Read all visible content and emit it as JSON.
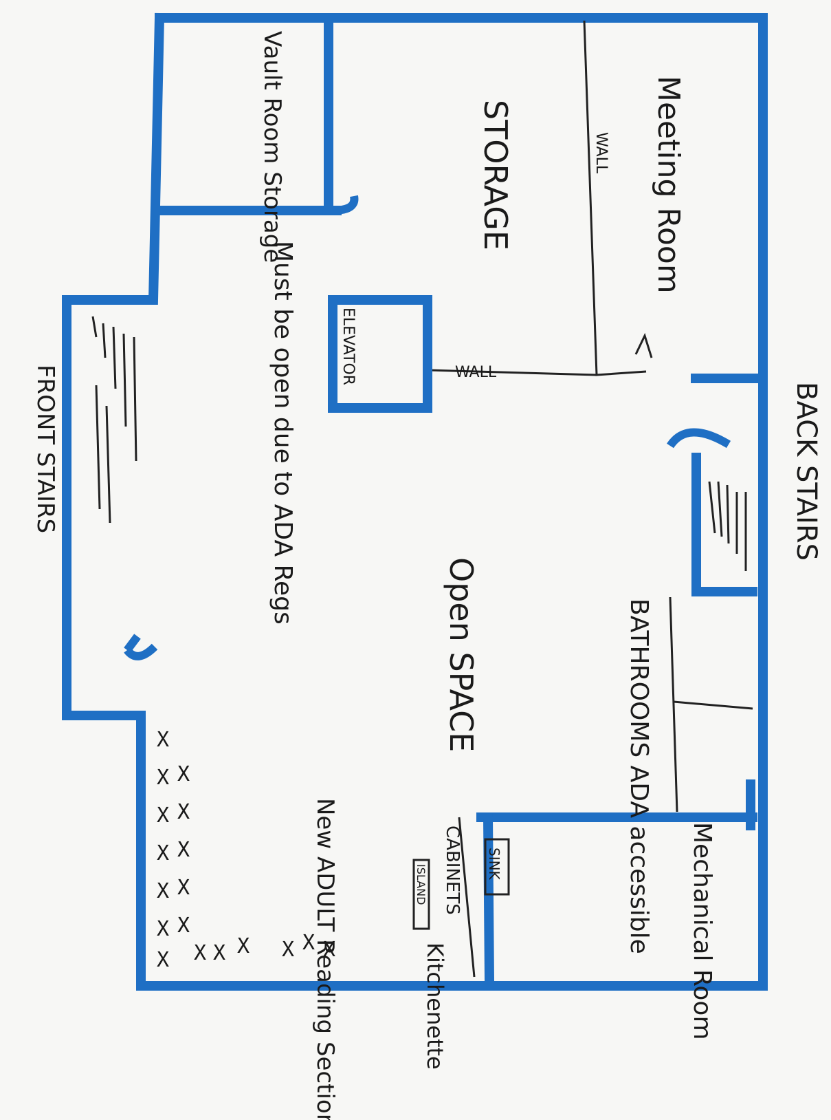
{
  "rooms": {
    "meeting_room": "Meeting Room",
    "storage": "STORAGE",
    "vault_room_storage": "Vault Room Storage",
    "elevator": "ELEVATOR",
    "open_space": "Open SPACE",
    "bathrooms": "BATHROOMS ADA accessible",
    "mechanical_room": "Mechanical Room",
    "new_adult_reading": "New ADULT Reading Section",
    "ada_note": "Must be open due to ADA Regs"
  },
  "walls": {
    "wall_upper": "WALL",
    "wall_lower": "WALL"
  },
  "stairs": {
    "back": "BACK STAIRS",
    "front": "FRONT STAIRS"
  },
  "kitchen": {
    "kitchenette": "Kitchenette",
    "sink": "SINK",
    "cabinets": "CABINETS",
    "island": "ISLAND"
  },
  "colors": {
    "marker_blue": "#1f6fc4",
    "ink": "#1a1a1a",
    "paper": "#f7f7f5"
  }
}
